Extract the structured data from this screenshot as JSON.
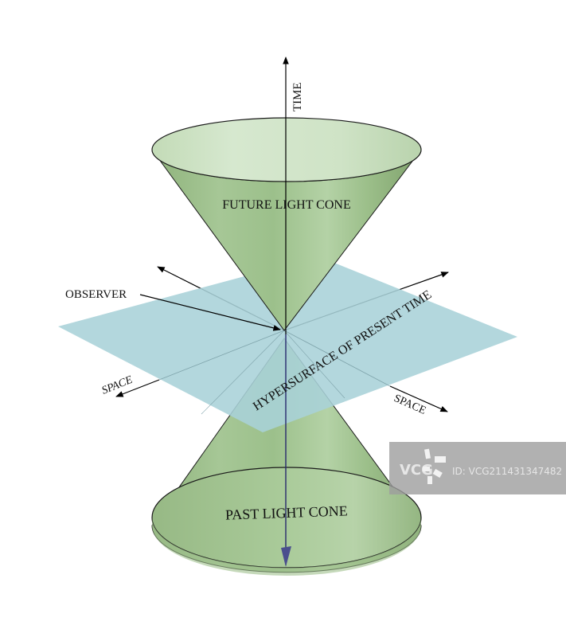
{
  "diagram": {
    "title": "Light cone diagram",
    "axes": {
      "time_label": "TIME",
      "space_left_label": "SPACE",
      "space_right_label": "SPACE"
    },
    "labels": {
      "future_cone": "FUTURE LIGHT CONE",
      "past_cone": "PAST LIGHT CONE",
      "observer": "OBSERVER",
      "hypersurface": "HYPERSURFACE OF PRESENT TIME"
    },
    "colors": {
      "cone_fill": "#9ec08c",
      "cone_top": "#cfe3c6",
      "plane_fill": "#a9d1d8",
      "axis": "#000000",
      "time_axis_lower": "#2a2a7a"
    }
  },
  "watermark": {
    "brand": "VCG",
    "id_text": "ID: VCG211431347482"
  }
}
